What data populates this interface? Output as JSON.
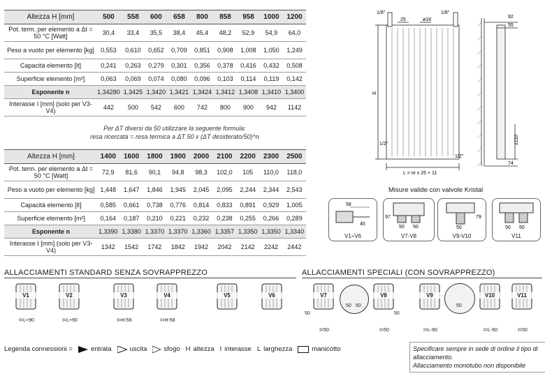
{
  "table1": {
    "header_label": "Altezza H [mm]",
    "columns": [
      "500",
      "558",
      "600",
      "658",
      "800",
      "858",
      "958",
      "1000",
      "1200"
    ],
    "rows": [
      {
        "label": "Pot. term. per elemento a Δt = 50 °C [Watt]",
        "values": [
          "30,4",
          "33,4",
          "35,5",
          "38,4",
          "45,4",
          "48,2",
          "52,9",
          "54,9",
          "64,0"
        ]
      },
      {
        "label": "Peso a vuoto per elemento [kg]",
        "values": [
          "0,553",
          "0,610",
          "0,652",
          "0,709",
          "0,851",
          "0,908",
          "1,008",
          "1,050",
          "1,249"
        ]
      },
      {
        "label": "Capacità elemento [lt]",
        "values": [
          "0,241",
          "0,263",
          "0,279",
          "0,301",
          "0,356",
          "0,378",
          "0,416",
          "0,432",
          "0,508"
        ]
      },
      {
        "label": "Superficie elemento [m²]",
        "values": [
          "0,063",
          "0,069",
          "0,074",
          "0,080",
          "0,096",
          "0,103",
          "0,114",
          "0,119",
          "0,142"
        ]
      },
      {
        "label": "Esponente n",
        "values": [
          "1,34280",
          "1,3425",
          "1,3420",
          "1,3421",
          "1,3424",
          "1,3412",
          "1,3408",
          "1,3410",
          "1,3400"
        ]
      },
      {
        "label": "Interasse I [mm] (solo per V3-V4)",
        "values": [
          "442",
          "500",
          "542",
          "600",
          "742",
          "800",
          "900",
          "942",
          "1142"
        ]
      }
    ]
  },
  "formula": {
    "line1": "Per ΔT diversi da 50 utilizzare la seguente formula:",
    "line2": "resa ricercata = resa termica a ΔT 50 x (ΔT desiderato/50)^n"
  },
  "table2": {
    "header_label": "Altezza H [mm]",
    "columns": [
      "1400",
      "1600",
      "1800",
      "1900",
      "2000",
      "2100",
      "2200",
      "2300",
      "2500"
    ],
    "rows": [
      {
        "label": "Pot. term. per elemento a Δt = 50 °C [Watt]",
        "values": [
          "72,9",
          "81,6",
          "90,1",
          "94,8",
          "98,3",
          "102,0",
          "105",
          "110,0",
          "118,0"
        ]
      },
      {
        "label": "Peso a vuoto per elemento [kg]",
        "values": [
          "1,448",
          "1,647",
          "1,846",
          "1,945",
          "2,045",
          "2,095",
          "2,244",
          "2,344",
          "2,543"
        ]
      },
      {
        "label": "Capacità elemento [lt]",
        "values": [
          "0,585",
          "0,661",
          "0,738",
          "0,776",
          "0,814",
          "0,833",
          "0,891",
          "0,929",
          "1,005"
        ]
      },
      {
        "label": "Superficie elemento [m²]",
        "values": [
          "0,164",
          "0,187",
          "0,210",
          "0,221",
          "0,232",
          "0,238",
          "0,255",
          "0,266",
          "0,289"
        ]
      },
      {
        "label": "Esponente n",
        "values": [
          "1,3390",
          "1,3380",
          "1,3370",
          "1,3370",
          "1,3360",
          "1,3357",
          "1,3350",
          "1,3350",
          "1,3340"
        ]
      },
      {
        "label": "Interasse I [mm] (solo per V3-V4)",
        "values": [
          "1342",
          "1542",
          "1742",
          "1842",
          "1942",
          "2042",
          "2142",
          "2242",
          "2442"
        ]
      }
    ]
  },
  "drawing": {
    "pipe_left": "1/8\"",
    "pipe_right": "1/8\"",
    "dim_25": "25",
    "dim_phi18": "ø18",
    "dim_H": "H",
    "dim_half_left": "1/2\"",
    "dim_half_bottom": "1/2\"",
    "dim_L": "L = nr x 25 + 11",
    "dim_92": "92",
    "dim_55": "55",
    "dim_110": "≥110",
    "dim_74": "74"
  },
  "kristal": {
    "caption": "Misure valide con valvole Kristal",
    "details": [
      {
        "tag": "V1÷V6",
        "d1": "58",
        "d2": "45"
      },
      {
        "tag": "V7-V8",
        "d1": "97",
        "d2": "50",
        "d3": "50"
      },
      {
        "tag": "V9-V10",
        "d1": "79",
        "d2": "50"
      },
      {
        "tag": "V11",
        "d1": "50",
        "d2": "50"
      }
    ]
  },
  "standard": {
    "title": "ALLACCIAMENTI STANDARD SENZA SOVRAPPREZZO",
    "items": [
      {
        "tag": "V1",
        "dim": "I=L+90"
      },
      {
        "tag": "V2",
        "dim": "I=L+90"
      },
      {
        "tag": "V3",
        "dim": "I=H-58"
      },
      {
        "tag": "V4",
        "dim": "I=H-58"
      },
      {
        "tag": "V5",
        "dim": ""
      },
      {
        "tag": "V6",
        "dim": ""
      }
    ]
  },
  "special": {
    "title": "ALLACCIAMENTI SPECIALI (CON SOVRAPPREZZO)",
    "items": [
      {
        "tag": "V7",
        "dim": "I=50",
        "side": "50"
      },
      {
        "tag": "V8",
        "dim": "I=50",
        "side": "50"
      },
      {
        "tag": "V9",
        "dim": "I=L-60"
      },
      {
        "tag": "V10",
        "dim": "I=L-60"
      },
      {
        "tag": "V11",
        "dim": "I=50"
      }
    ],
    "bubble_nums": [
      "50",
      "50",
      "50",
      "50",
      "50"
    ]
  },
  "legend": {
    "prefix": "Legenda connessioni =",
    "items": [
      {
        "symbol": "entrata",
        "label": "entrata"
      },
      {
        "symbol": "uscita",
        "label": "uscita"
      },
      {
        "symbol": "sfogo",
        "label": "sfogo"
      },
      {
        "symbol": "H",
        "label": "altezza"
      },
      {
        "symbol": "I",
        "label": "interasse"
      },
      {
        "symbol": "L",
        "label": "larghezza"
      },
      {
        "symbol": "box",
        "label": "manicotto"
      }
    ]
  },
  "note": {
    "line1": "Specificare sempre in sede di ordine il tipo di allacciamento.",
    "line2": "Allacciamento monotubo non disponibile"
  }
}
